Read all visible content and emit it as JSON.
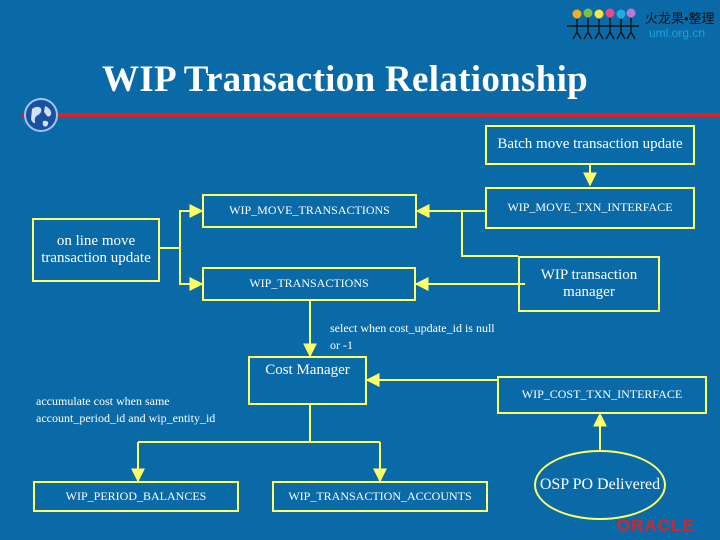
{
  "title": "WIP Transaction Relationship",
  "logo": {
    "cn": "火龙果•整理",
    "url": "uml.org.cn"
  },
  "brand": "ORACLE",
  "colors": {
    "background": "#0a6aa8",
    "box_border": "#ffff66",
    "accent": "#d8232a"
  },
  "nodes": {
    "batch": "Batch move transaction update",
    "online": "on line move transaction update",
    "wmt": "WIP_MOVE_TRANSACTIONS",
    "wmti": "WIP_MOVE_TXN_INTERFACE",
    "wt": "WIP_TRANSACTIONS",
    "wtm": "WIP transaction manager",
    "cost": "Cost Manager",
    "wcti": "WIP_COST_TXN_INTERFACE",
    "wpb": "WIP_PERIOD_BALANCES",
    "wta": "WIP_TRANSACTION_ACCOUNTS",
    "osp": "OSP PO Delivered"
  },
  "notes": {
    "select": "select when cost_update_id is null or -1",
    "accumulate": "accumulate cost when same account_period_id and wip_entity_id"
  }
}
